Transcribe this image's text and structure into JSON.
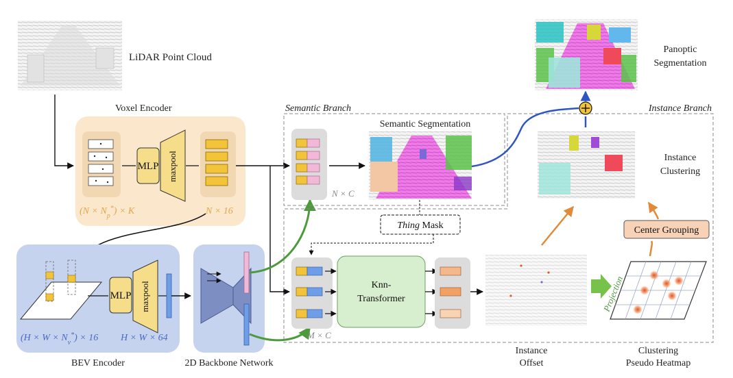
{
  "labels": {
    "lidar": "LiDAR Point Cloud",
    "voxel_encoder": "Voxel Encoder",
    "semantic_branch": "Semantic Branch",
    "instance_branch": "Instance Branch",
    "semantic_segmentation": "Semantic Segmentation",
    "panoptic_line1": "Panoptic",
    "panoptic_line2": "Segmentation",
    "instance_clustering_line1": "Instance",
    "instance_clustering_line2": "Clustering",
    "center_grouping": "Center Grouping",
    "mlp": "MLP",
    "maxpool": "maxpool",
    "knn_line1": "Knn-",
    "knn_line2": "Transformer",
    "thing_mask_italic": "Thing",
    "thing_mask_rest": " Mask",
    "projection": "Projection",
    "bev_encoder": "BEV Encoder",
    "backbone": "2D Backbone Network",
    "instance_offset_line1": "Instance",
    "instance_offset_line2": "Offset",
    "clustering_line1": "Clustering",
    "clustering_line2": "Pseudo Heatmap"
  },
  "dims": {
    "voxel_points": "(N × N",
    "voxel_points_sub": "p",
    "voxel_points_sup": "*",
    "voxel_points_end": ") × K",
    "voxel_out": "N × 16",
    "semantic_feat": "N × C",
    "thing_feat": "M × C",
    "bev_points": "(H × W × N",
    "bev_points_sub": "v",
    "bev_points_sup": "*",
    "bev_points_end": ") × 16",
    "bev_out": "H × W × 64"
  },
  "colors": {
    "voxel_panel": "#fbe8cc",
    "bev_panel": "#c6d3ee",
    "feature_yellow": "#f3c33a",
    "feature_pink": "#f2b8d8",
    "feature_blue": "#6f9ee8",
    "feature_orange": "#f3a064",
    "knn_green": "#d8efcf",
    "center_grouping": "#f8d2b6",
    "arrow_green": "#4c9a3c",
    "arrow_blue": "#2f55c4",
    "arrow_orange": "#e08a3a",
    "dim_orange": "#e4a64a",
    "dim_blue": "#4a6ac4"
  }
}
